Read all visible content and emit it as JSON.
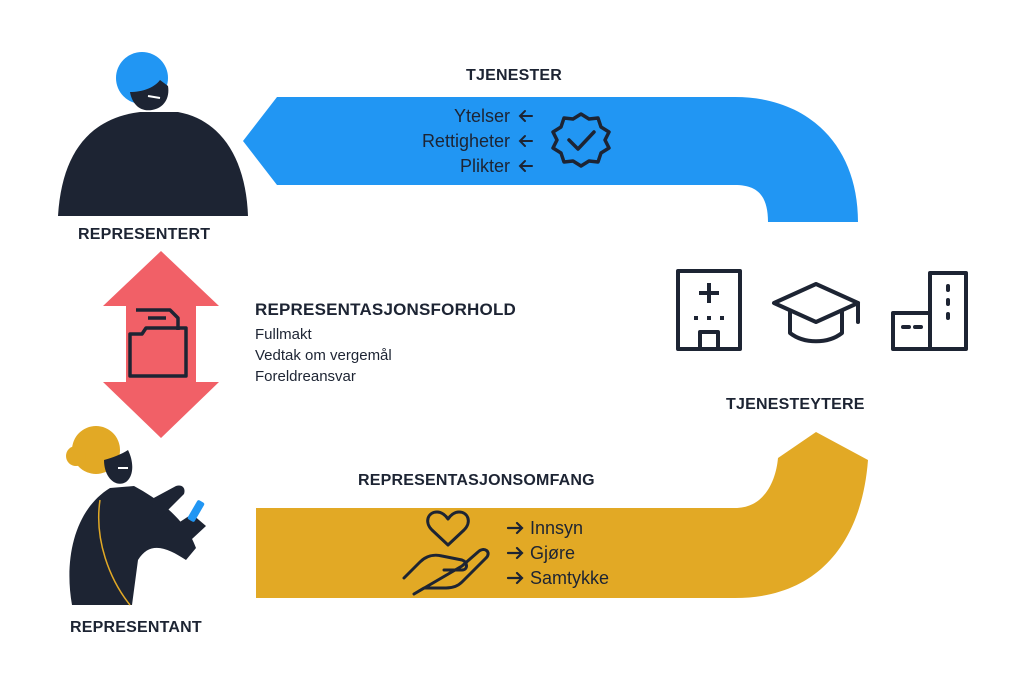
{
  "colors": {
    "blue": "#2196f3",
    "gold": "#e2a925",
    "red": "#f16067",
    "navy": "#1d2433"
  },
  "tjenester": {
    "title": "TJENESTER",
    "items": [
      "Ytelser",
      "Rettigheter",
      "Plikter"
    ],
    "icon": "verified-badge-icon"
  },
  "representert": {
    "label": "REPRESENTERT"
  },
  "representant": {
    "label": "REPRESENTANT"
  },
  "forhold": {
    "title": "REPRESENTASJONSFORHOLD",
    "items": [
      "Fullmakt",
      "Vedtak om vergemål",
      "Foreldreansvar"
    ],
    "icon": "folder-icon"
  },
  "tjenesteytere": {
    "label": "TJENESTEYTERE",
    "icons": [
      "hospital-icon",
      "graduation-cap-icon",
      "building-icon"
    ]
  },
  "omfang": {
    "title": "REPRESENTASJONSOMFANG",
    "items": [
      "Innsyn",
      "Gjøre",
      "Samtykke"
    ],
    "icon": "hand-heart-icon"
  }
}
